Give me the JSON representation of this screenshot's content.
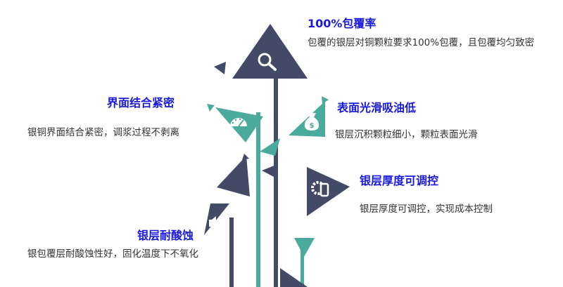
{
  "colors": {
    "navy": "#434a66",
    "teal": "#4aab9c",
    "title": "#1a1adb",
    "text": "#333333",
    "icon_white": "#ffffff"
  },
  "features": [
    {
      "title": "100%包覆率",
      "desc": "包覆的银层对铜颗粒要求100%包覆，且包覆均匀致密",
      "icon": "search-icon"
    },
    {
      "title": "界面结合紧密",
      "desc": "银铜界面结合紧密，调浆过程不剥离",
      "icon": "speedometer-icon"
    },
    {
      "title": "表面光滑吸油低",
      "desc": "银层沉积颗粒细小，颗粒表面光滑",
      "icon": "money-bag-icon"
    },
    {
      "title": "银层厚度可调控",
      "desc": "银层厚度可调控，实现成本控制",
      "icon": "gear-phone-icon"
    },
    {
      "title": "银层耐酸蚀",
      "desc": "银包覆层耐酸蚀性好，固化温度下不氧化",
      "icon": "speaker-icon"
    }
  ]
}
